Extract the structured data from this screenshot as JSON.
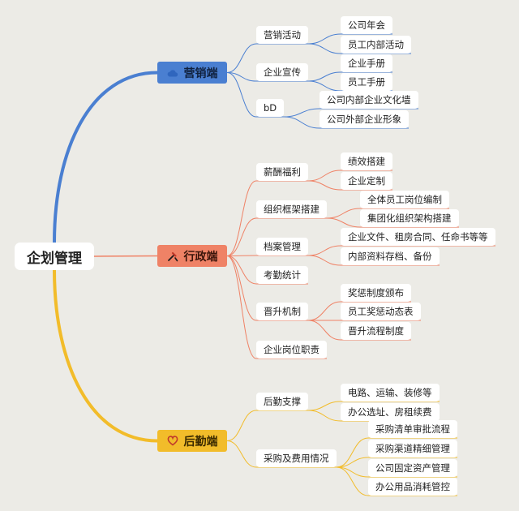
{
  "mindmap": {
    "root": {
      "label": "企划管理"
    },
    "branches": [
      {
        "label": "营销端",
        "icon": "cloud-icon",
        "color": "#4a7fd1",
        "children": [
          {
            "label": "营销活动",
            "children": [
              "公司年会",
              "员工内部活动"
            ]
          },
          {
            "label": "企业宣传",
            "children": [
              "企业手册",
              "员工手册"
            ]
          },
          {
            "label": "bD",
            "children": [
              "公司内部企业文化墙",
              "公司外部企业形象"
            ]
          }
        ]
      },
      {
        "label": "行政端",
        "icon": "tools-icon",
        "color": "#ef8266",
        "children": [
          {
            "label": "薪酬福利",
            "children": [
              "绩效搭建",
              "企业定制"
            ]
          },
          {
            "label": "组织框架搭建",
            "children": [
              "全体员工岗位编制",
              "集团化组织架构搭建"
            ]
          },
          {
            "label": "档案管理",
            "children": [
              "企业文件、租房合同、任命书等等",
              "内部资料存档、备份"
            ]
          },
          {
            "label": "考勤统计",
            "children": []
          },
          {
            "label": "晋升机制",
            "children": [
              "奖惩制度颁布",
              "员工奖惩动态表",
              "晋升流程制度"
            ]
          },
          {
            "label": "企业岗位职责",
            "children": []
          }
        ]
      },
      {
        "label": "后勤端",
        "icon": "heart-icon",
        "color": "#f2bc2a",
        "children": [
          {
            "label": "后勤支撑",
            "children": [
              "电路、运输、装修等",
              "办公选址、房租续费"
            ]
          },
          {
            "label": "采购及费用情况",
            "children": [
              "采购清单审批流程",
              "采购渠道精细管理",
              "公司固定资产管理",
              "办公用品消耗管控"
            ]
          }
        ]
      }
    ]
  }
}
